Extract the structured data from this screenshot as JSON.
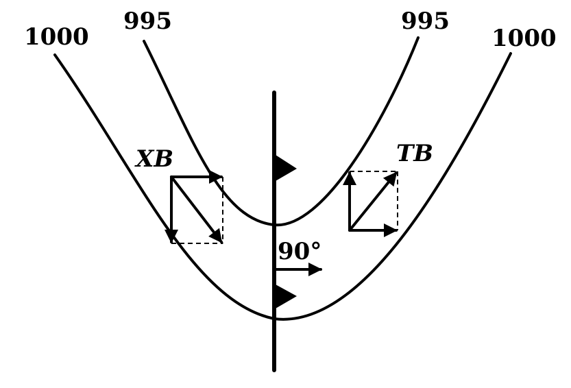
{
  "diagram": {
    "isobars": {
      "outer_left_label": "1000",
      "inner_left_label": "995",
      "inner_right_label": "995",
      "outer_right_label": "1000"
    },
    "wind_left": {
      "label": "XB"
    },
    "wind_right": {
      "label": "TB"
    },
    "angle_label": "90°"
  }
}
